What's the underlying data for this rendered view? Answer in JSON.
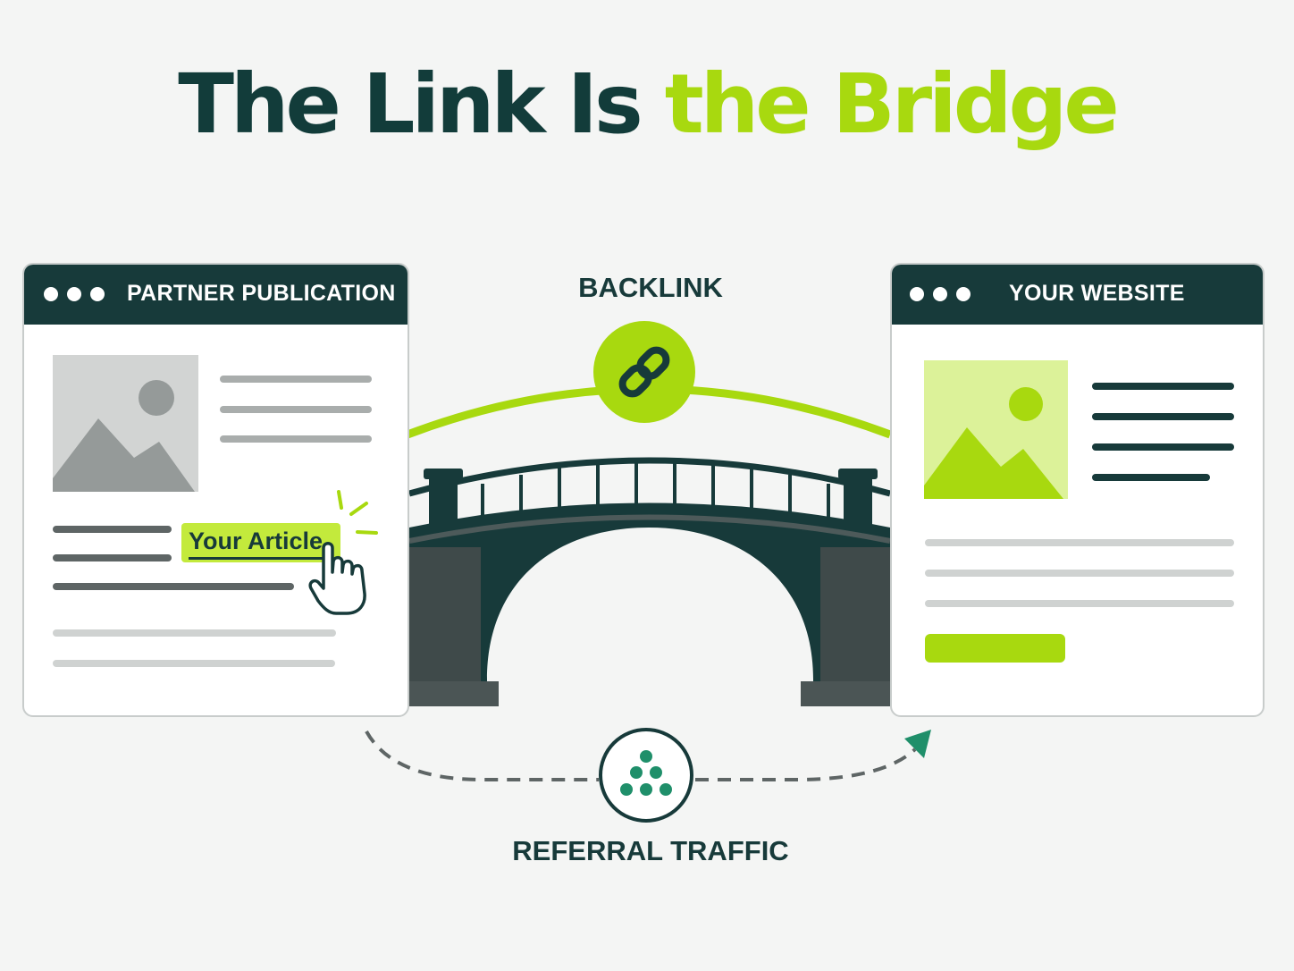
{
  "title": {
    "part_dark": "The Link Is",
    "part_green": "the Bridge"
  },
  "left_window": {
    "title": "PARTNER PUBLICATION",
    "highlight_text": "Your Article"
  },
  "right_window": {
    "title": "YOUR WEBSITE"
  },
  "labels": {
    "backlink": "BACKLINK",
    "referral": "REFERRAL TRAFFIC"
  },
  "icons": {
    "window_controls": "three-dots-icon",
    "image_placeholder": "image-icon",
    "link": "chain-link-icon",
    "pointer": "hand-pointer-icon",
    "audience": "people-group-icon",
    "arrow": "arrow-right-icon"
  },
  "colors": {
    "dark": "#173a3a",
    "accent": "#a8d90f",
    "traffic": "#1f8f6a",
    "background": "#f4f5f4"
  }
}
